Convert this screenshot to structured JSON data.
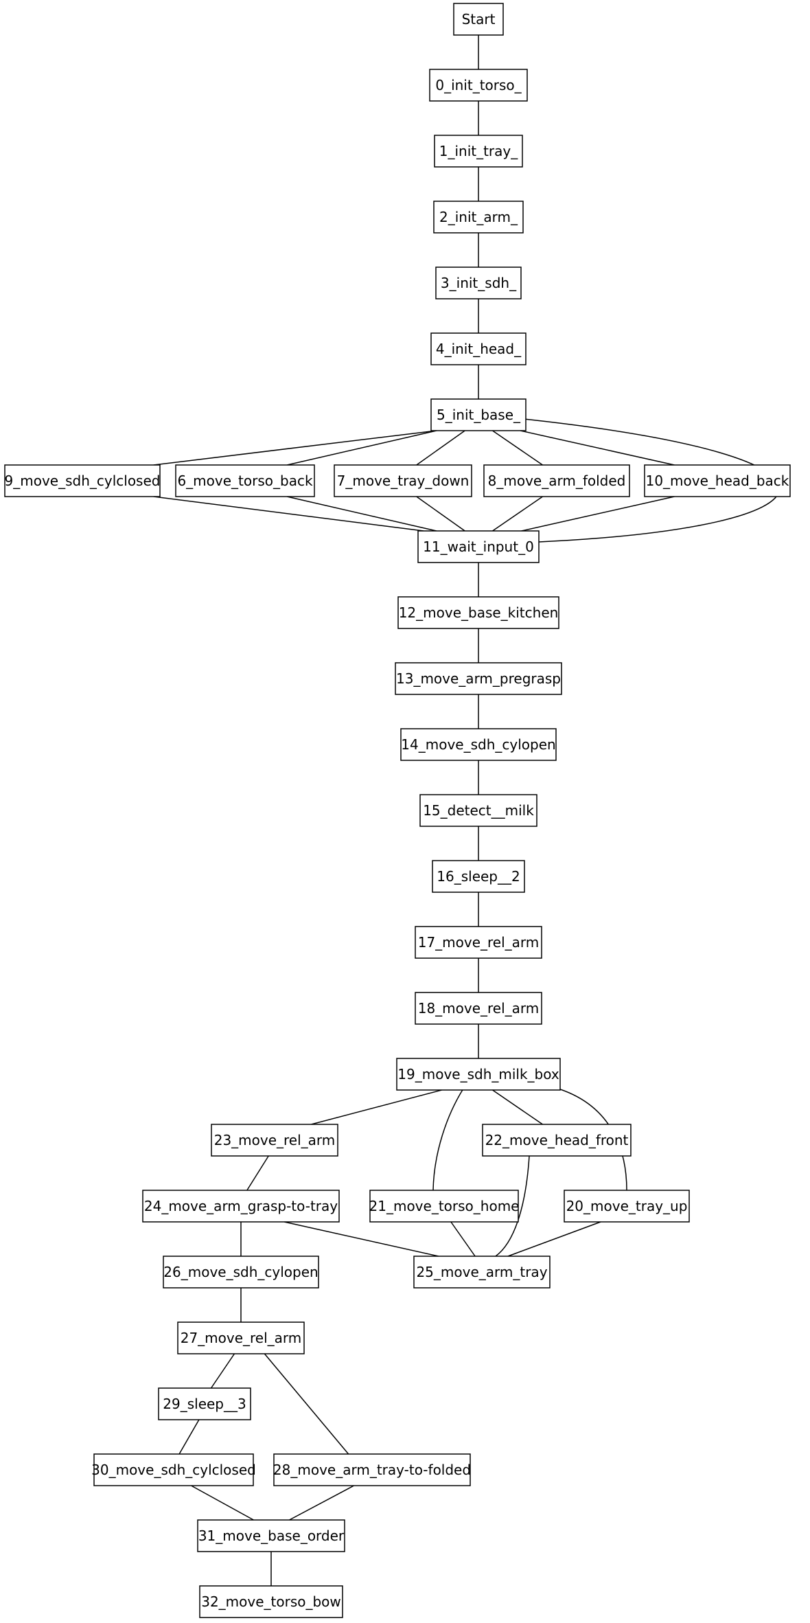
{
  "nodes": [
    {
      "id": "start",
      "label": "Start"
    },
    {
      "id": "n0",
      "label": "0_init_torso_"
    },
    {
      "id": "n1",
      "label": "1_init_tray_"
    },
    {
      "id": "n2",
      "label": "2_init_arm_"
    },
    {
      "id": "n3",
      "label": "3_init_sdh_"
    },
    {
      "id": "n4",
      "label": "4_init_head_"
    },
    {
      "id": "n5",
      "label": "5_init_base_"
    },
    {
      "id": "n9",
      "label": "9_move_sdh_cylclosed"
    },
    {
      "id": "n6",
      "label": "6_move_torso_back"
    },
    {
      "id": "n7",
      "label": "7_move_tray_down"
    },
    {
      "id": "n8",
      "label": "8_move_arm_folded"
    },
    {
      "id": "n10",
      "label": "10_move_head_back"
    },
    {
      "id": "n11",
      "label": "11_wait_input_0"
    },
    {
      "id": "n12",
      "label": "12_move_base_kitchen"
    },
    {
      "id": "n13",
      "label": "13_move_arm_pregrasp"
    },
    {
      "id": "n14",
      "label": "14_move_sdh_cylopen"
    },
    {
      "id": "n15",
      "label": "15_detect__milk"
    },
    {
      "id": "n16",
      "label": "16_sleep__2"
    },
    {
      "id": "n17",
      "label": "17_move_rel_arm"
    },
    {
      "id": "n18",
      "label": "18_move_rel_arm"
    },
    {
      "id": "n19",
      "label": "19_move_sdh_milk_box"
    },
    {
      "id": "n23",
      "label": "23_move_rel_arm"
    },
    {
      "id": "n22",
      "label": "22_move_head_front"
    },
    {
      "id": "n24",
      "label": "24_move_arm_grasp-to-tray"
    },
    {
      "id": "n21",
      "label": "21_move_torso_home"
    },
    {
      "id": "n20",
      "label": "20_move_tray_up"
    },
    {
      "id": "n26",
      "label": "26_move_sdh_cylopen"
    },
    {
      "id": "n25",
      "label": "25_move_arm_tray"
    },
    {
      "id": "n27",
      "label": "27_move_rel_arm"
    },
    {
      "id": "n29",
      "label": "29_sleep__3"
    },
    {
      "id": "n30",
      "label": "30_move_sdh_cylclosed"
    },
    {
      "id": "n28",
      "label": "28_move_arm_tray-to-folded"
    },
    {
      "id": "n31",
      "label": "31_move_base_order"
    },
    {
      "id": "n32",
      "label": "32_move_torso_bow"
    }
  ],
  "edges": [
    {
      "from": "start",
      "to": "n0"
    },
    {
      "from": "n0",
      "to": "n1"
    },
    {
      "from": "n1",
      "to": "n2"
    },
    {
      "from": "n2",
      "to": "n3"
    },
    {
      "from": "n3",
      "to": "n4"
    },
    {
      "from": "n4",
      "to": "n5"
    },
    {
      "from": "n5",
      "to": "n9"
    },
    {
      "from": "n5",
      "to": "n6"
    },
    {
      "from": "n5",
      "to": "n7"
    },
    {
      "from": "n5",
      "to": "n8"
    },
    {
      "from": "n5",
      "to": "n10"
    },
    {
      "from": "n5",
      "to": "n11"
    },
    {
      "from": "n9",
      "to": "n11"
    },
    {
      "from": "n6",
      "to": "n11"
    },
    {
      "from": "n7",
      "to": "n11"
    },
    {
      "from": "n8",
      "to": "n11"
    },
    {
      "from": "n10",
      "to": "n11"
    },
    {
      "from": "n11",
      "to": "n12"
    },
    {
      "from": "n12",
      "to": "n13"
    },
    {
      "from": "n13",
      "to": "n14"
    },
    {
      "from": "n14",
      "to": "n15"
    },
    {
      "from": "n15",
      "to": "n16"
    },
    {
      "from": "n16",
      "to": "n17"
    },
    {
      "from": "n17",
      "to": "n18"
    },
    {
      "from": "n18",
      "to": "n19"
    },
    {
      "from": "n19",
      "to": "n23"
    },
    {
      "from": "n19",
      "to": "n21"
    },
    {
      "from": "n19",
      "to": "n22"
    },
    {
      "from": "n19",
      "to": "n20"
    },
    {
      "from": "n23",
      "to": "n24"
    },
    {
      "from": "n24",
      "to": "n26"
    },
    {
      "from": "n24",
      "to": "n25"
    },
    {
      "from": "n21",
      "to": "n25"
    },
    {
      "from": "n22",
      "to": "n25"
    },
    {
      "from": "n20",
      "to": "n25"
    },
    {
      "from": "n26",
      "to": "n27"
    },
    {
      "from": "n27",
      "to": "n29"
    },
    {
      "from": "n27",
      "to": "n28"
    },
    {
      "from": "n29",
      "to": "n30"
    },
    {
      "from": "n30",
      "to": "n31"
    },
    {
      "from": "n28",
      "to": "n31"
    },
    {
      "from": "n31",
      "to": "n32"
    }
  ]
}
